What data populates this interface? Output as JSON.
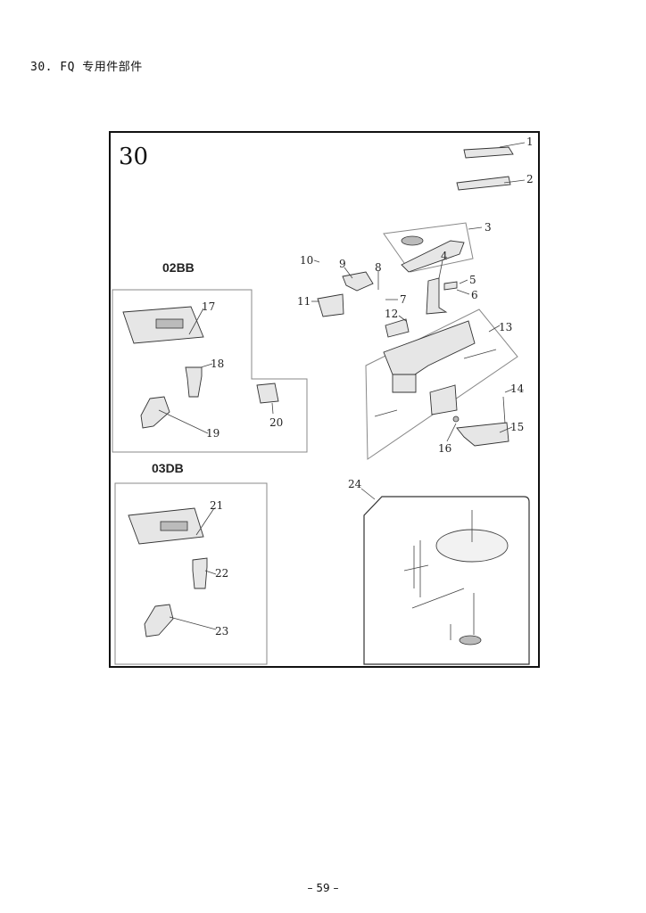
{
  "heading": "30. FQ 专用件部件",
  "figure": {
    "figure_number": "30",
    "groups": {
      "g1": "02BB",
      "g2": "03DB"
    },
    "callouts": [
      "1",
      "2",
      "3",
      "4",
      "5",
      "6",
      "7",
      "8",
      "9",
      "10",
      "11",
      "12",
      "13",
      "14",
      "15",
      "16",
      "17",
      "18",
      "19",
      "20",
      "21",
      "22",
      "23",
      "24"
    ]
  },
  "footer": {
    "page_number": "– 59 –"
  }
}
